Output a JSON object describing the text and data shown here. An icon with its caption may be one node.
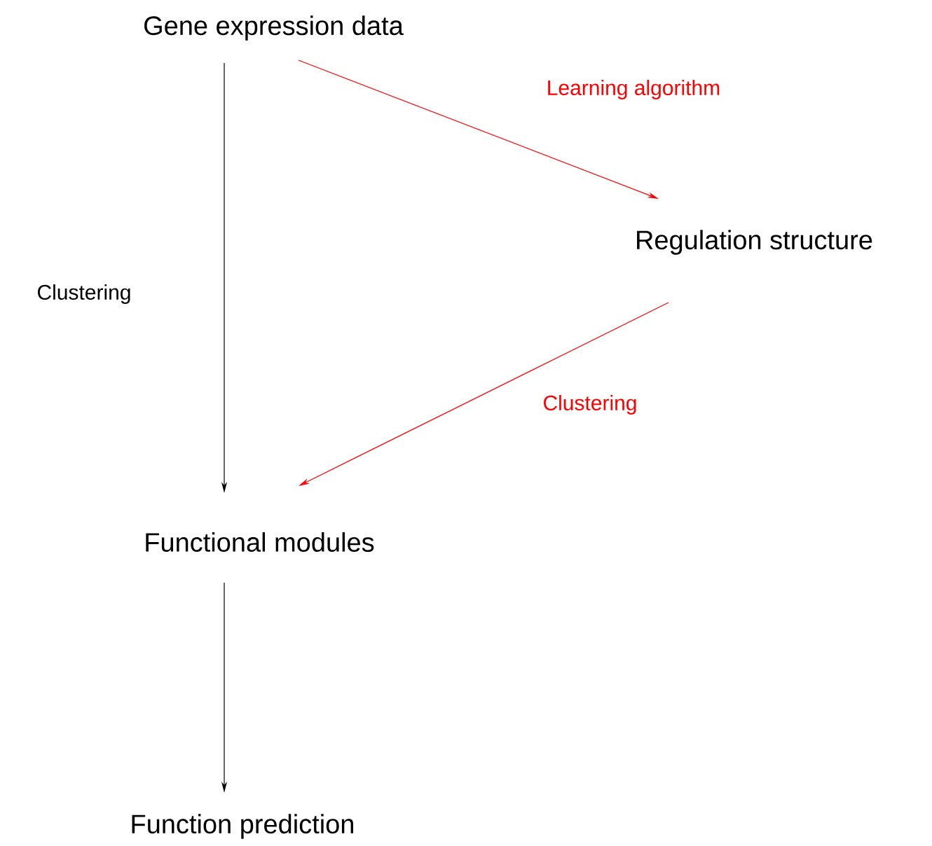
{
  "diagram": {
    "nodes": [
      {
        "text": [
          "Gene expression data"
        ]
      },
      {
        "text": [
          "Regulation structure"
        ]
      },
      {
        "text": [
          "Functional modules"
        ]
      },
      {
        "text": [
          "Function prediction"
        ]
      }
    ],
    "edges": [
      {
        "from": 0,
        "to": 2,
        "arrow": "to",
        "label": "Clustering"
      },
      {
        "from": 0,
        "to": 1,
        "arrow": "to",
        "label": "Learning algorithm",
        "color": "#ff0000"
      },
      {
        "from": 1,
        "to": 2,
        "arrow": "to",
        "label": "Clustering",
        "color": "#ff0000"
      },
      {
        "from": 2,
        "to": 3,
        "arrow": "to"
      }
    ]
  }
}
